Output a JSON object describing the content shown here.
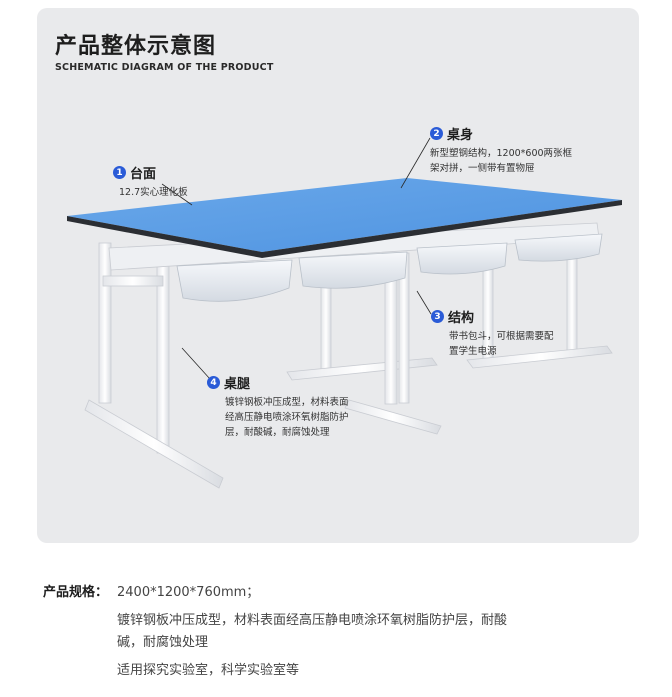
{
  "header": {
    "title": "产品整体示意图",
    "subtitle": "SCHEMATIC DIAGRAM OF THE PRODUCT"
  },
  "callouts": [
    {
      "num": "1",
      "name": "台面",
      "desc": [
        "12.7实心理化板"
      ]
    },
    {
      "num": "2",
      "name": "桌身",
      "desc": [
        "新型塑钢结构，1200*600两张框",
        "架对拼，一侧带有置物屉"
      ]
    },
    {
      "num": "3",
      "name": "结构",
      "desc": [
        "带书包斗，可根据需要配",
        "置学生电源"
      ]
    },
    {
      "num": "4",
      "name": "桌腿",
      "desc": [
        "镀锌钢板冲压成型，材料表面",
        "经高压静电喷涂环氧树脂防护",
        "层，耐酸碱，耐腐蚀处理"
      ]
    }
  ],
  "specs": {
    "label": "产品规格：",
    "size": "2400*1200*760mm；",
    "lines": [
      "镀锌钢板冲压成型，材料表面经高压静电喷涂环氧树脂防护层，耐酸碱，耐腐蚀处理",
      "适用探究实验室，科学实验室等"
    ]
  },
  "colors": {
    "panel": "#e9eaec",
    "tabletop": "#5b9ee6",
    "badge": "#2a5bd7",
    "frame": "#f4f5f7"
  }
}
